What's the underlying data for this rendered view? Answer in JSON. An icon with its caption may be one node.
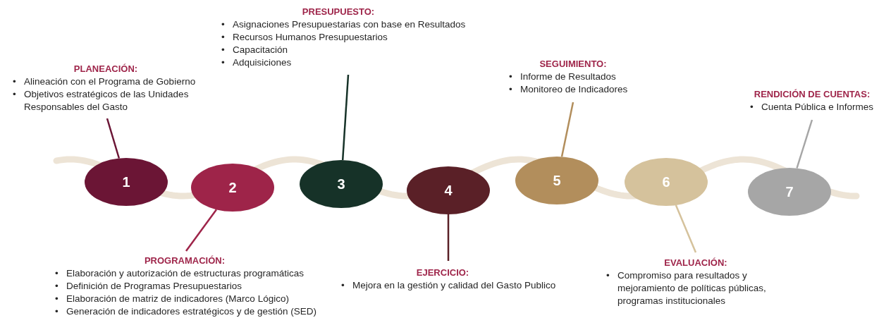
{
  "diagram": {
    "nodes": [
      {
        "text": [
          "1"
        ]
      },
      {
        "text": [
          "2"
        ]
      },
      {
        "text": [
          "3"
        ]
      },
      {
        "text": [
          "4"
        ]
      },
      {
        "text": [
          "5"
        ]
      },
      {
        "text": [
          "6"
        ]
      },
      {
        "text": [
          "7"
        ]
      },
      {
        "text": [
          "PLANEACIÓN:",
          "•",
          "Alineación con el Programa de Gobierno",
          "•",
          "Objetivos estratégicos de las Unidades Responsables del Gasto"
        ]
      },
      {
        "text": [
          "PROGRAMACIÓN:",
          "•",
          "Elaboración y autorización de estructuras programáticas",
          "•",
          "Definición de Programas Presupuestarios",
          "•",
          "Elaboración de matriz de indicadores (Marco Lógico)",
          "•",
          "Generación de indicadores estratégicos y de gestión (SED)"
        ]
      },
      {
        "text": [
          "PRESUPUESTO:",
          "•",
          "Asignaciones Presupuestarias con base en Resultados",
          "•",
          "Recursos Humanos Presupuestarios",
          "•",
          "Capacitación",
          "•",
          "Adquisiciones"
        ]
      },
      {
        "text": [
          "EJERCICIO:",
          "•",
          "Mejora en la gestión y calidad del Gasto Publico"
        ]
      },
      {
        "text": [
          "SEGUIMIENTO:",
          "•",
          "Informe de Resultados",
          "•",
          "Monitoreo de Indicadores"
        ]
      },
      {
        "text": [
          "EVALUACIÓN:",
          "•",
          "Compromiso para resultados y mejoramiento de políticas públicas, programas institucionales"
        ]
      },
      {
        "text": [
          "RENDICIÓN DE CUENTAS:",
          "•",
          "Cuenta Pública e Informes"
        ]
      }
    ],
    "edges": [
      {
        "from": 0,
        "to": 7,
        "arrow": "none",
        "color": "#6b1535"
      },
      {
        "from": 1,
        "to": 8,
        "arrow": "none",
        "color": "#9e2449"
      },
      {
        "from": 2,
        "to": 9,
        "arrow": "none",
        "color": "#163228"
      },
      {
        "from": 3,
        "to": 10,
        "arrow": "none",
        "color": "#5a2027"
      },
      {
        "from": 4,
        "to": 11,
        "arrow": "none",
        "color": "#b28e5c"
      },
      {
        "from": 5,
        "to": 12,
        "arrow": "none",
        "color": "#d5c29c"
      },
      {
        "from": 6,
        "to": 13,
        "arrow": "none",
        "color": "#a6a6a6"
      }
    ]
  }
}
